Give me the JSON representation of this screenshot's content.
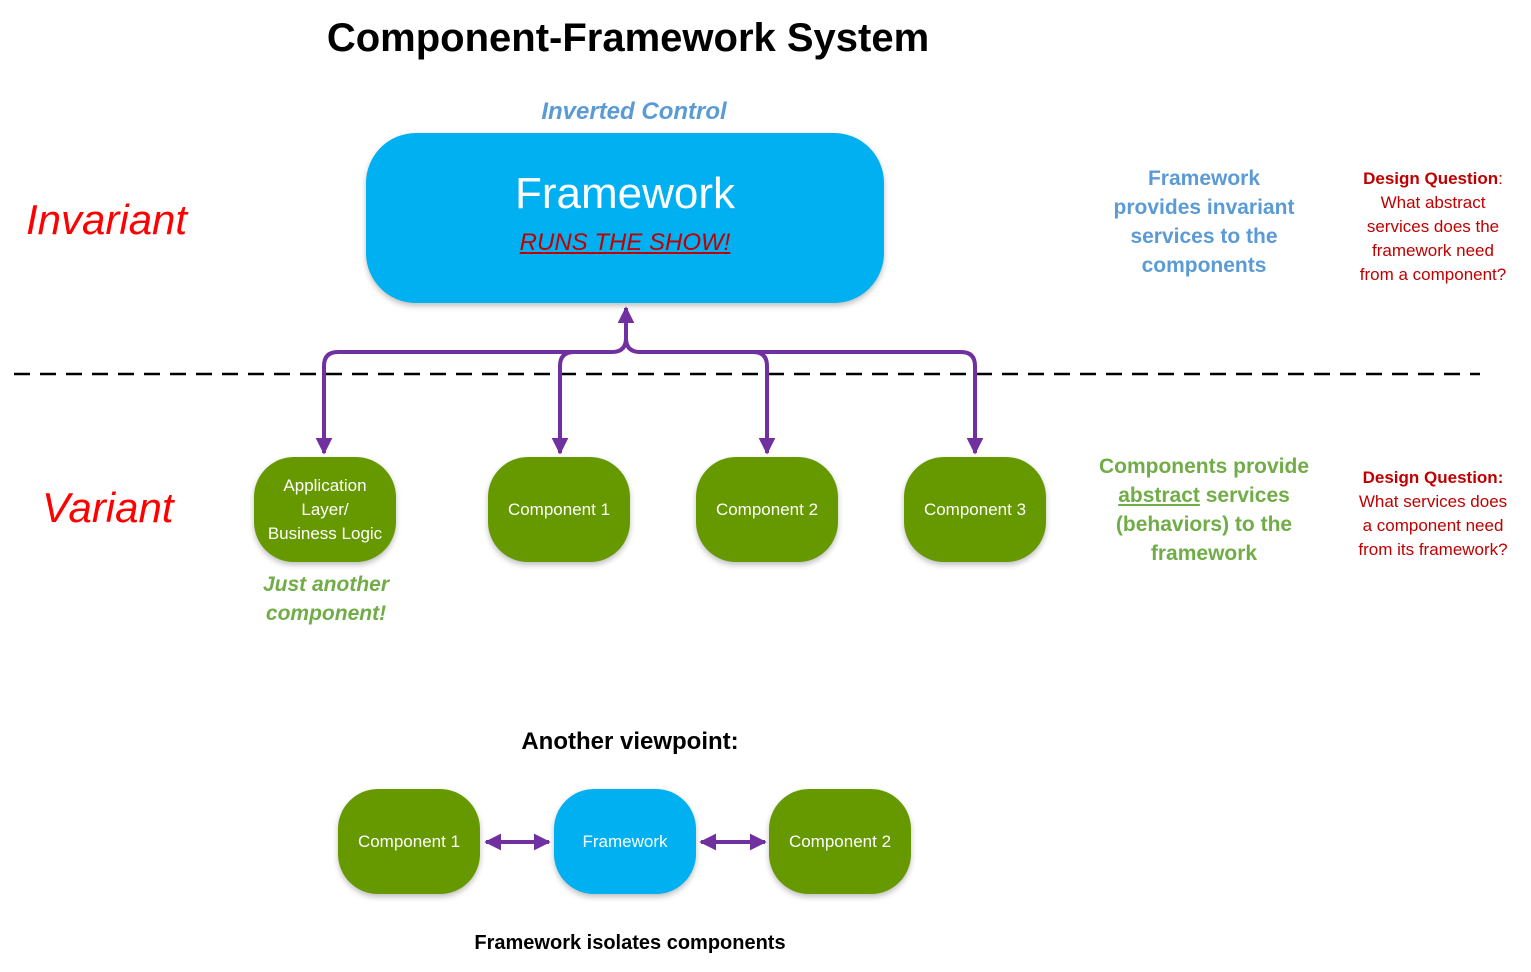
{
  "title": "Component-Framework System",
  "colors": {
    "framework_blue": "#00b0f0",
    "component_green": "#669900",
    "arrow_purple": "#7030a0",
    "invariant_red": "#ff0000",
    "question_red": "#c00000",
    "desc_blue": "#5b9bd5",
    "desc_green": "#70ad47"
  },
  "labels": {
    "inverted_control": "Inverted Control",
    "invariant": "Invariant",
    "variant": "Variant",
    "just_another_line1": "Just another",
    "just_another_line2": "component!"
  },
  "framework": {
    "title": "Framework",
    "subtitle": "RUNS THE SHOW!"
  },
  "components": [
    {
      "lines": [
        "Application",
        "Layer/",
        "Business Logic"
      ]
    },
    {
      "lines": [
        "Component 1"
      ]
    },
    {
      "lines": [
        "Component 2"
      ]
    },
    {
      "lines": [
        "Component 3"
      ]
    }
  ],
  "framework_description": {
    "lines": [
      "Framework",
      "provides invariant",
      "services to the",
      "components"
    ]
  },
  "components_description": {
    "line1": "Components provide",
    "line2_underlined": "abstract",
    "line2_rest": " services",
    "line3": "(behaviors) to the",
    "line4": "framework"
  },
  "design_questions": [
    {
      "heading": "Design Question",
      "heading_suffix": ":",
      "lines": [
        "What abstract",
        "services does the",
        "framework need",
        "from a component?"
      ]
    },
    {
      "heading": "Design Question:",
      "heading_suffix": "",
      "lines": [
        "What services does",
        "a component need",
        "from its framework?"
      ]
    }
  ],
  "another_viewpoint": {
    "heading": "Another viewpoint:",
    "left_component": "Component 1",
    "center_framework": "Framework",
    "right_component": "Component 2",
    "caption": "Framework isolates components"
  }
}
